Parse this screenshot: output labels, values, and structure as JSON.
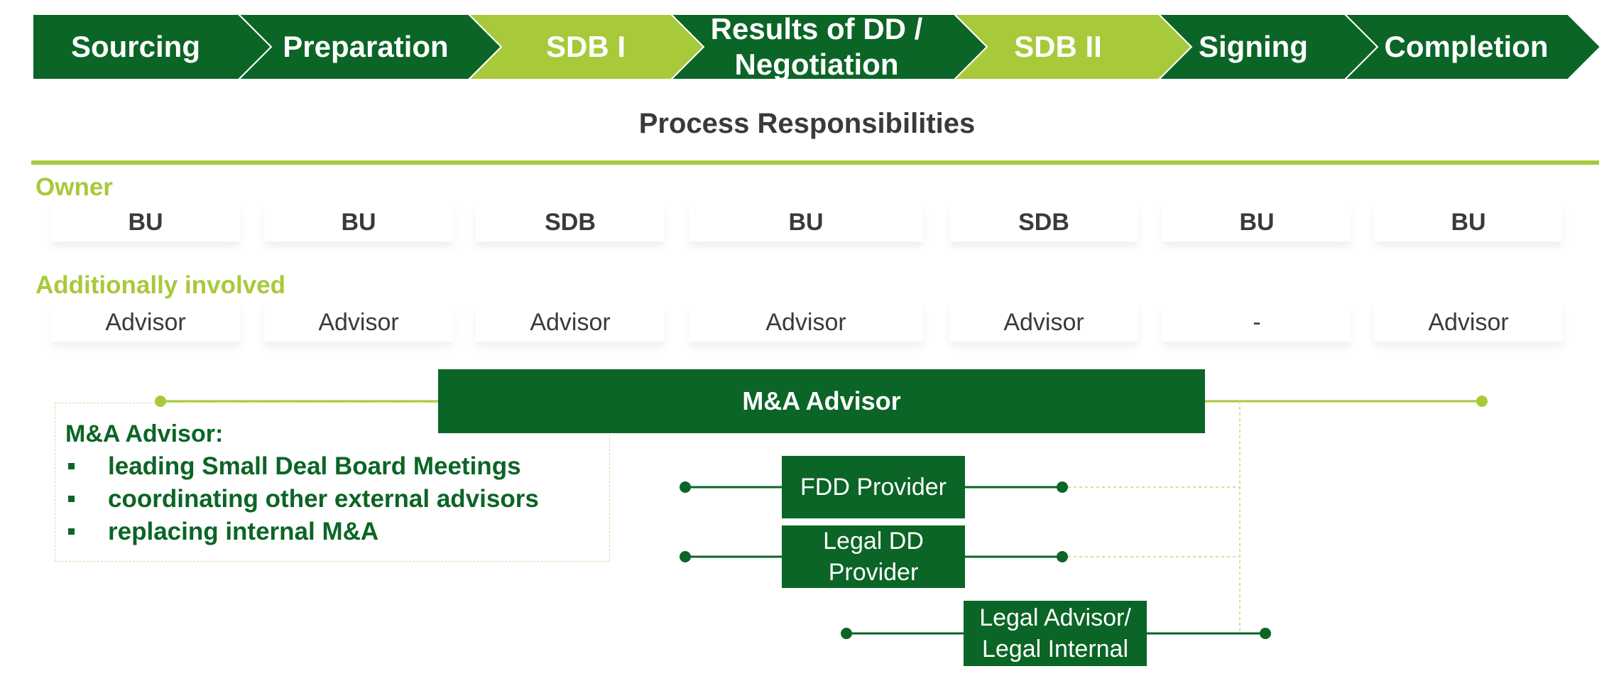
{
  "colors": {
    "dark_green": "#0b6526",
    "light_green": "#a8c93a",
    "text_gray": "#3a3a3a"
  },
  "phases": [
    {
      "label": "Sourcing",
      "color": "#0b6526"
    },
    {
      "label": "Preparation",
      "color": "#0b6526"
    },
    {
      "label": "SDB I",
      "color": "#a8c93a"
    },
    {
      "label": "Results of DD / Negotiation",
      "color": "#0b6526"
    },
    {
      "label": "SDB II",
      "color": "#a8c93a"
    },
    {
      "label": "Signing",
      "color": "#0b6526"
    },
    {
      "label": "Completion",
      "color": "#0b6526"
    }
  ],
  "title": "Process Responsibilities",
  "owner": {
    "label": "Owner",
    "values": [
      "BU",
      "BU",
      "SDB",
      "BU",
      "SDB",
      "BU",
      "BU"
    ]
  },
  "additional": {
    "label": "Additionally involved",
    "values": [
      "Advisor",
      "Advisor",
      "Advisor",
      "Advisor",
      "Advisor",
      "-",
      "Advisor"
    ]
  },
  "advisor_box": "M&A Advisor",
  "providers": [
    {
      "id": "fdd",
      "label": "FDD Provider"
    },
    {
      "id": "legal-dd",
      "label": "Legal DD Provider"
    },
    {
      "id": "legal-advisor",
      "label": "Legal Advisor/ Legal Internal"
    }
  ],
  "note": {
    "title": "M&A Advisor:",
    "items": [
      "leading Small Deal Board Meetings",
      "coordinating other external advisors",
      "replacing internal M&A"
    ]
  }
}
